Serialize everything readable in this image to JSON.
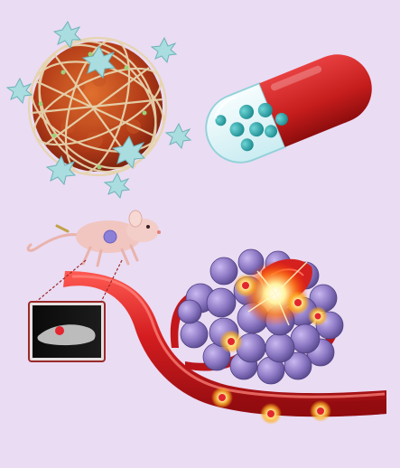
{
  "illustration": {
    "background_color": "#eadcf3",
    "elements": [
      {
        "name": "nanoparticle",
        "colors": {
          "core": "#c0471d",
          "mesh": "#e6d4ad",
          "spikes": "#a9dde0"
        }
      },
      {
        "name": "capsule",
        "colors": {
          "cap": "#c51c1c",
          "body": "#dff5f8",
          "beads": "#2aa8ac"
        }
      },
      {
        "name": "mouse",
        "colors": {
          "fur": "#f1c6c0",
          "mark": "#8b80d8"
        }
      },
      {
        "name": "imaging-inset",
        "colors": {
          "frame": "#9a2a2a",
          "screen": "#111111",
          "hotspot": "#e3262f"
        }
      },
      {
        "name": "blood-vessel",
        "colors": {
          "vessel": "#c3171b",
          "highlight": "#ff6b66"
        }
      },
      {
        "name": "tumor",
        "colors": {
          "cells": "#8a76c2",
          "burst": "#ffd44a"
        }
      }
    ]
  }
}
